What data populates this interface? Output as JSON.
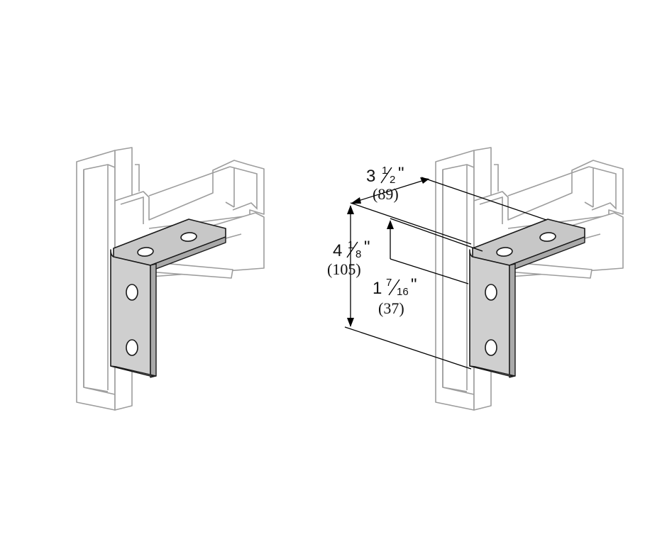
{
  "dimensions": {
    "width": {
      "whole": "3",
      "numerator": "1",
      "denominator": "2",
      "unit": "\"",
      "metric": "(89)"
    },
    "height": {
      "whole": "4",
      "numerator": "1",
      "denominator": "8",
      "unit": "\"",
      "metric": "(105)"
    },
    "hole_spacing": {
      "whole": "1",
      "numerator": "7",
      "denominator": "16",
      "unit": "\"",
      "metric": "(37)"
    }
  },
  "colors": {
    "channel_outline": "#9d9d9d",
    "bracket_fill": "#cfcfcf",
    "bracket_outline": "#1a1a1a",
    "dimension_lines": "#000000"
  }
}
